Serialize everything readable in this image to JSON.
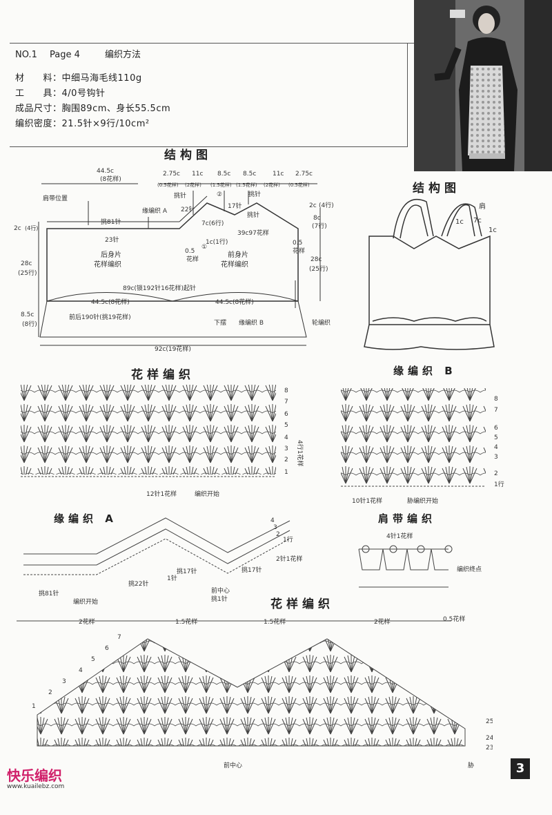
{
  "header": {
    "no": "NO.1",
    "page": "Page 4",
    "method": "编织方法"
  },
  "specs": [
    {
      "label": "材　　料",
      "value": "中细马海毛线110g"
    },
    {
      "label": "工　　具",
      "value": "4/0号钩针"
    },
    {
      "label": "成品尺寸",
      "value": "胸围89cm、身长55.5cm"
    },
    {
      "label": "编织密度",
      "value": "21.5针×9行/10cm²"
    }
  ],
  "structure_title": "结构图",
  "structure_title_right": "结构图",
  "structure": {
    "top_width": "44.5c",
    "top_width_sub": "(8花样)",
    "segs": [
      "2.75c",
      "11c",
      "8.5c",
      "8.5c",
      "11c",
      "2.75c"
    ],
    "segs_sub": [
      "(0.5花样)",
      "(2花样)",
      "(1.5花样)",
      "(1.5花样)",
      "(2花样)",
      "(0.5花样)"
    ],
    "strap_pos": "肩带位置",
    "edge_a": "缘编织 A",
    "pick_81": "挑81针",
    "pick_22": "22针",
    "pick_17": "17针",
    "pick_label": "挑针",
    "c23": "23针",
    "c7": "7c(6行)",
    "c39": "39c97花样",
    "c1": "1c(1行)",
    "h2c": "2c",
    "h2c_rows": "(4行)",
    "h28c": "28c",
    "h28c_rows": "(25行)",
    "h85": "8.5c",
    "h85_rows": "(8行)",
    "right_2c": "2c",
    "right_2c_rows": "(4行)",
    "right_8c": "8c",
    "right_8c_rows": "(7行)",
    "right_28c": "28c",
    "right_28c_rows": "(25行)",
    "side_05": "0.5",
    "side_label": "花样",
    "back_piece": "后身片",
    "back_pattern": "花样编织",
    "front_piece": "前身片",
    "front_pattern": "花样编织",
    "chain_start": "89c(锁192针16花样)起针",
    "half_left": "44.5c(8花样)",
    "half_right": "44.5c(8花样)",
    "hem_pick": "前后190针(挑19花样)",
    "hem": "下摆",
    "edge_b": "缘编织 B",
    "loop": "轮编织",
    "bottom_width": "92c(19花样)",
    "circ1": "①",
    "circ2": "②",
    "right_shoulder": "肩",
    "right_1c": "1c",
    "right_7c": "7c",
    "right_1c2": "1c"
  },
  "pattern_title": "花样编织",
  "pattern": {
    "repeat": "12针1花样",
    "start": "编织开始",
    "rows_label": "4行1花样",
    "rows": [
      "8",
      "7",
      "6",
      "5",
      "4",
      "3",
      "2",
      "1"
    ]
  },
  "edge_b_title": "缘编织 B",
  "edge_b": {
    "repeat": "10针1花样",
    "start": "胁编织开始",
    "rows": [
      "8",
      "7",
      "6",
      "5",
      "4",
      "3",
      "2",
      "1行"
    ]
  },
  "edge_a_title": "缘编织 A",
  "edge_a": {
    "pick81": "挑81针",
    "pick22": "挑22针",
    "pick17a": "挑17针",
    "pick17b": "挑17针",
    "center": "前中心",
    "center_sub": "挑1针",
    "start": "编织开始",
    "repeat": "2针1花样",
    "rows": [
      "4",
      "3",
      "2",
      "1行"
    ],
    "one": "1针"
  },
  "strap_title": "肩带编织",
  "strap": {
    "repeat": "4针1花样",
    "end": "编织终点"
  },
  "pattern2_title": "花样编织",
  "pattern2": {
    "top": [
      "2花样",
      "1.5花样",
      "1.5花样",
      "2花样",
      "0.5花样"
    ],
    "rows_left": [
      "7",
      "6",
      "5",
      "4",
      "3",
      "2",
      "1"
    ],
    "rows_right": [
      "25",
      "24",
      "23"
    ],
    "center": "前中心",
    "side": "胁"
  },
  "page_number": "3",
  "logo_text": "快乐编织",
  "logo_url": "www.kuailebz.com"
}
